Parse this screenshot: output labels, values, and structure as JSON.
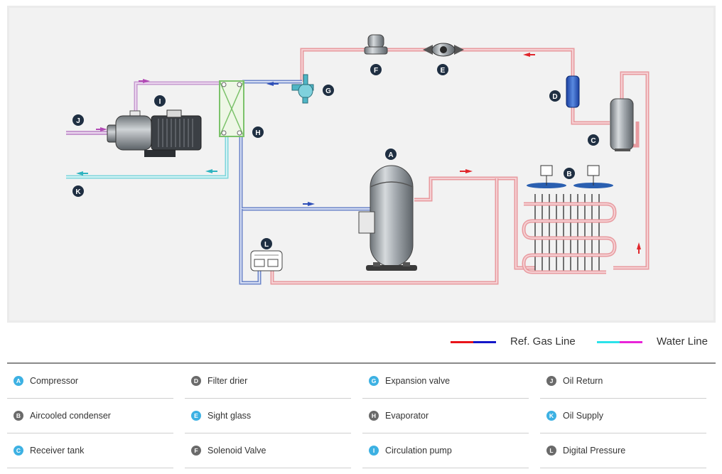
{
  "legend": {
    "ref_gas_label": "Ref. Gas Line",
    "water_label": "Water Line",
    "colors": {
      "red": "#e8141a",
      "blue": "#1417c8",
      "cyan": "#2be3ea",
      "magenta": "#e824d8"
    }
  },
  "diagram_labels": {
    "A": "A",
    "B": "B",
    "C": "C",
    "D": "D",
    "E": "E",
    "F": "F",
    "G": "G",
    "H": "H",
    "I": "I",
    "J": "J",
    "K": "K",
    "L": "L"
  },
  "parts": [
    {
      "letter": "A",
      "name": "Compressor",
      "badge": "blue"
    },
    {
      "letter": "B",
      "name": "Aircooled condenser",
      "badge": "gray"
    },
    {
      "letter": "C",
      "name": "Receiver tank",
      "badge": "blue"
    },
    {
      "letter": "D",
      "name": "Filter drier",
      "badge": "gray"
    },
    {
      "letter": "E",
      "name": "Sight glass",
      "badge": "blue"
    },
    {
      "letter": "F",
      "name": "Solenoid Valve",
      "badge": "gray"
    },
    {
      "letter": "G",
      "name": "Expansion valve",
      "badge": "blue"
    },
    {
      "letter": "H",
      "name": "Evaporator",
      "badge": "gray"
    },
    {
      "letter": "I",
      "name": "Circulation pump",
      "badge": "blue"
    },
    {
      "letter": "J",
      "name": "Oil Return",
      "badge": "gray"
    },
    {
      "letter": "K",
      "name": "Oil Supply",
      "badge": "blue"
    },
    {
      "letter": "L",
      "name": "Digital Pressure",
      "badge": "gray"
    }
  ],
  "badge_colors": {
    "blue": "#3db1e3",
    "gray": "#6a6a6a"
  }
}
